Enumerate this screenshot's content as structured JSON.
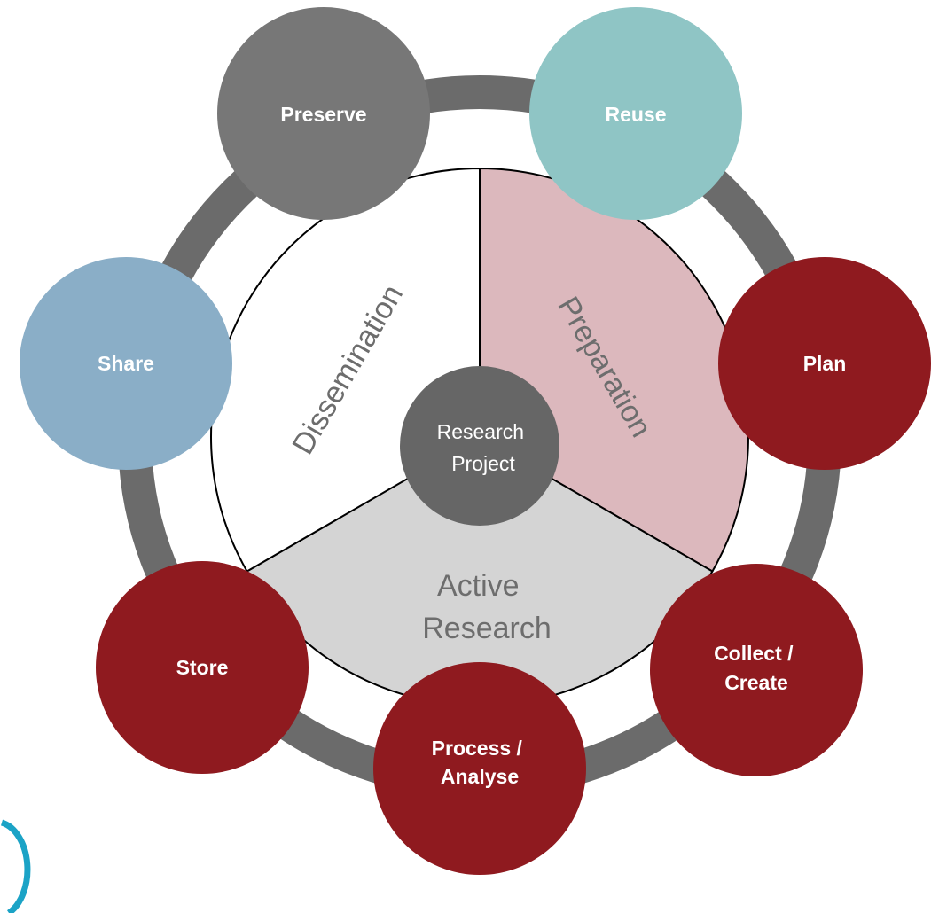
{
  "diagram": {
    "center": {
      "lines": [
        "Research",
        "Project"
      ]
    },
    "sectors": [
      {
        "id": "preparation",
        "label": "Preparation",
        "color": "#dcb8bd",
        "text_color": "#6d6d6d"
      },
      {
        "id": "active-research",
        "label_lines": [
          "Active",
          "Research"
        ],
        "color": "#d4d4d4",
        "text_color": "#6d6d6d"
      },
      {
        "id": "dissemination",
        "label": "Dissemination",
        "color": "#ffffff",
        "text_color": "#6d6d6d"
      }
    ],
    "stages": [
      {
        "id": "plan",
        "lines": [
          "Plan"
        ],
        "color": "#8f1a1f"
      },
      {
        "id": "collect-create",
        "lines": [
          "Collect /",
          "Create"
        ],
        "color": "#8f1a1f"
      },
      {
        "id": "process-analyse",
        "lines": [
          "Process /",
          "Analyse"
        ],
        "color": "#8f1a1f"
      },
      {
        "id": "store",
        "lines": [
          "Store"
        ],
        "color": "#8f1a1f"
      },
      {
        "id": "share",
        "lines": [
          "Share"
        ],
        "color": "#8aaec7"
      },
      {
        "id": "preserve",
        "lines": [
          "Preserve"
        ],
        "color": "#777777"
      },
      {
        "id": "reuse",
        "lines": [
          "Reuse"
        ],
        "color": "#8fc5c5"
      }
    ],
    "colors": {
      "ring": "#6b6b6b",
      "center": "#666666",
      "corner_logo": "#1ba3c6"
    }
  }
}
